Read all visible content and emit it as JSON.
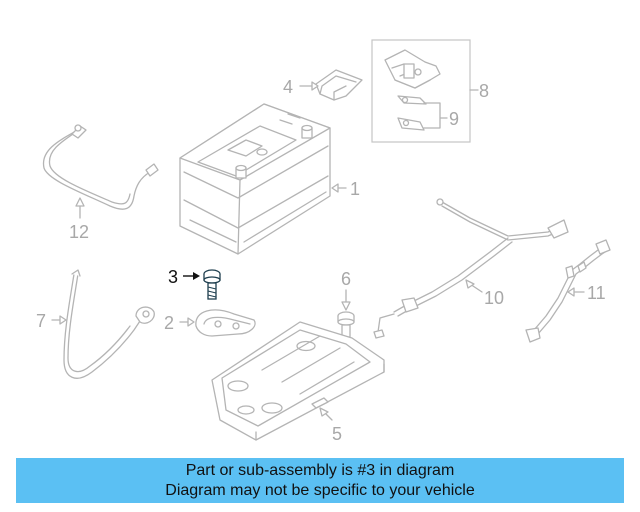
{
  "diagram": {
    "highlighted_part": "3",
    "callouts": {
      "c1": "1",
      "c2": "2",
      "c3": "3",
      "c4": "4",
      "c5": "5",
      "c6": "6",
      "c7": "7",
      "c8": "8",
      "c9": "9",
      "c10": "10",
      "c11": "11",
      "c12": "12"
    },
    "colors": {
      "highlight": "#5bc0f3",
      "outline": "#b4b4b4",
      "active_part": "#1f3f4f"
    }
  },
  "banner": {
    "line1": "Part or sub-assembly is #3 in diagram",
    "line2": "Diagram may not be specific to your vehicle"
  }
}
